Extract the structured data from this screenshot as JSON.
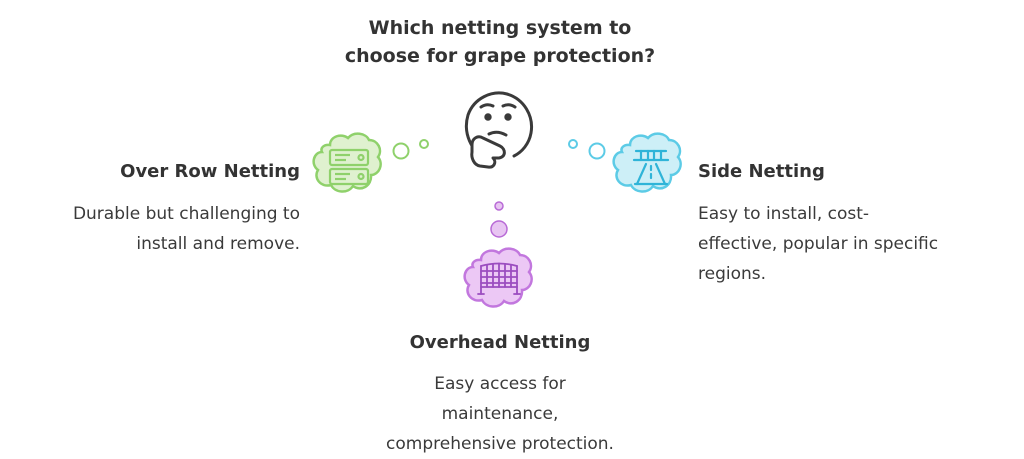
{
  "title": {
    "line1": "Which netting system to",
    "line2": "choose for grape protection?"
  },
  "options": {
    "over_row": {
      "heading": "Over Row Netting",
      "description_lines": [
        "Durable but challenging to",
        "install and remove."
      ],
      "color": "#8fd16b",
      "icon": "server-rack-icon"
    },
    "side": {
      "heading": "Side Netting",
      "description_lines": [
        "Easy to install, cost-",
        "effective, popular in specific",
        "regions."
      ],
      "color": "#5ccbe6",
      "icon": "netted-road-gate-icon"
    },
    "overhead": {
      "heading": "Overhead Netting",
      "description_lines": [
        "Easy access for",
        "maintenance,",
        "comprehensive protection."
      ],
      "color": "#d08be6",
      "icon": "net-grid-icon"
    }
  },
  "center_icon": "thinking-face-icon"
}
